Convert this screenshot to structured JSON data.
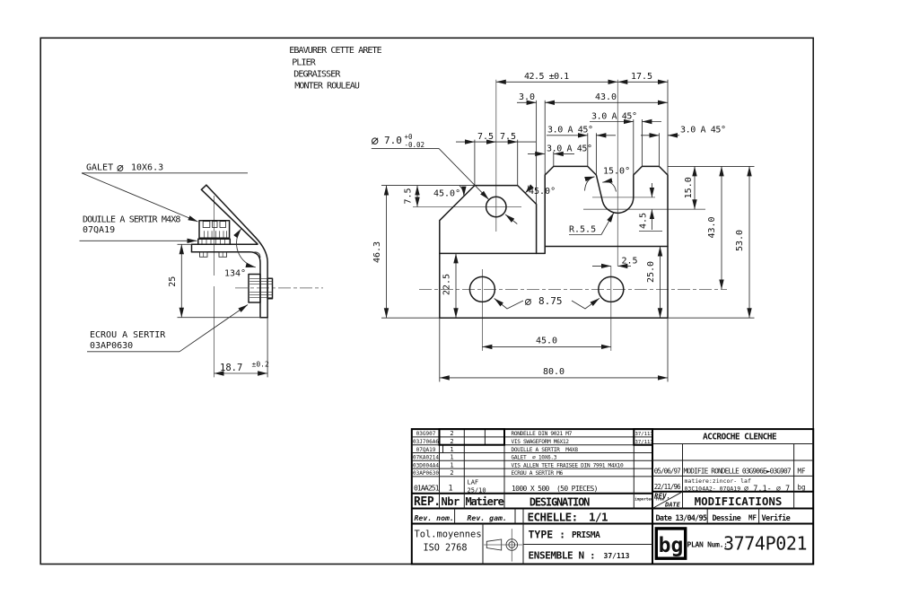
{
  "notes": {
    "lines": [
      "EBAVURER CETTE ARETE",
      "PLIER",
      "DEGRAISSER",
      "MONTER ROULEAU"
    ]
  },
  "front_view": {
    "dim_42_5": "42.5 ±0.1",
    "dim_17_5": "17.5",
    "dim_3_0": "3.0",
    "dim_43_0": "43.0",
    "chamfer_note": "3.0 A 45°",
    "dim_7_5": "7.5",
    "angle_45": "45.0°",
    "angle_15": "15.0°",
    "dim_15_0": "15.0",
    "dim_4_5": "4.5",
    "radius_5_5": "R.5.5",
    "dim_2_5": "2.5",
    "dim_25_0": "25.0",
    "dim_43_0_v": "43.0",
    "dim_53_0": "53.0",
    "dim_46_3": "46.3",
    "dim_22_5": "22.5",
    "dia_symbol": "∅",
    "dia_7_0": "7.0",
    "tol_plus": "+0",
    "tol_minus": "-0.02",
    "dia_8_75": "8.75",
    "dim_45_0": "45.0",
    "dim_80_0": "80.0"
  },
  "side_view": {
    "galet_label": "GALET",
    "dia_symbol": "∅",
    "galet_size": "10X6.3",
    "douille_line1": "DOUILLE A SERTIR M4X8",
    "douille_line2": "07QA19",
    "ecrou_line1": "ECROU A SERTIR",
    "ecrou_line2": "03AP0630",
    "angle_134": "134°",
    "dim_25": "25",
    "dim_18_7": "18.7",
    "tol_18_7": "±0.2"
  },
  "title_block": {
    "title": "ACCROCHE CLENCHE",
    "parts": [
      {
        "rep": "03G907",
        "nbr": "2",
        "designation": "RONDELLE DIN 9021 M7",
        "ref": "37/113"
      },
      {
        "rep": "03J706A6",
        "nbr": "2",
        "designation": "VIS SWAGEFORM M6X12",
        "ref": "37/113"
      },
      {
        "rep": "07QA19",
        "nbr": "1",
        "designation": "DOUILLE A SERTIR  M4X8",
        "ref": ""
      },
      {
        "rep": "07KA0214",
        "nbr": "1",
        "designation": "GALET  ∅ 10X6.3",
        "ref": ""
      },
      {
        "rep": "03D004A4",
        "nbr": "1",
        "designation": "VIS ALLEN TETE FRAISEE DIN 7991 M4X10",
        "ref": ""
      },
      {
        "rep": "03AP0630",
        "nbr": "2",
        "designation": "ECROU A SERTIR M6",
        "ref": ""
      }
    ],
    "stock_row": {
      "rep": "01AA251",
      "nbr": "1",
      "matiere_1": "LAF",
      "matiere_2": "25/10",
      "designation": "1000 X 500  (50 PIECES)"
    },
    "headers": {
      "rep": "REP.",
      "nbr": "Nbr",
      "matiere": "Matiere",
      "designation": "DESIGNATION",
      "tiny_note": "imported from"
    },
    "rev_row": {
      "rev_nom": "Rev. nom.",
      "rev_gam": "Rev. gam.",
      "echelle_label": "ECHELLE:",
      "echelle_value": "1/1"
    },
    "tol_line1": "Tol.moyennes",
    "tol_line2": "ISO 2768",
    "type_label": "TYPE :",
    "type_value": "PRISMA",
    "ensemble_label": "ENSEMBLE N :",
    "ensemble_value": "37/113",
    "mods": {
      "row1": {
        "date": "05/06/97",
        "text": "MODIFIE RONDELLE 03G906E►03G907",
        "initials": "MF"
      },
      "row2": {
        "date": "22/11/96",
        "line1": "matiere:zincor- laf",
        "line2": "03C104A2- 07QA19",
        "line2b": "∅ 7.1- ∅ 7",
        "initials": "bg"
      }
    },
    "rev_label": "REV.",
    "date_label": "DATE",
    "modifications": "MODIFICATIONS",
    "date_row": {
      "date": "Date 13/04/95",
      "dessine": "Dessine",
      "dessine_by": "MF",
      "verifie": "Verifie"
    },
    "logo": "bg",
    "plan_label": "PLAN Num.:",
    "plan_number": "3774P021"
  }
}
